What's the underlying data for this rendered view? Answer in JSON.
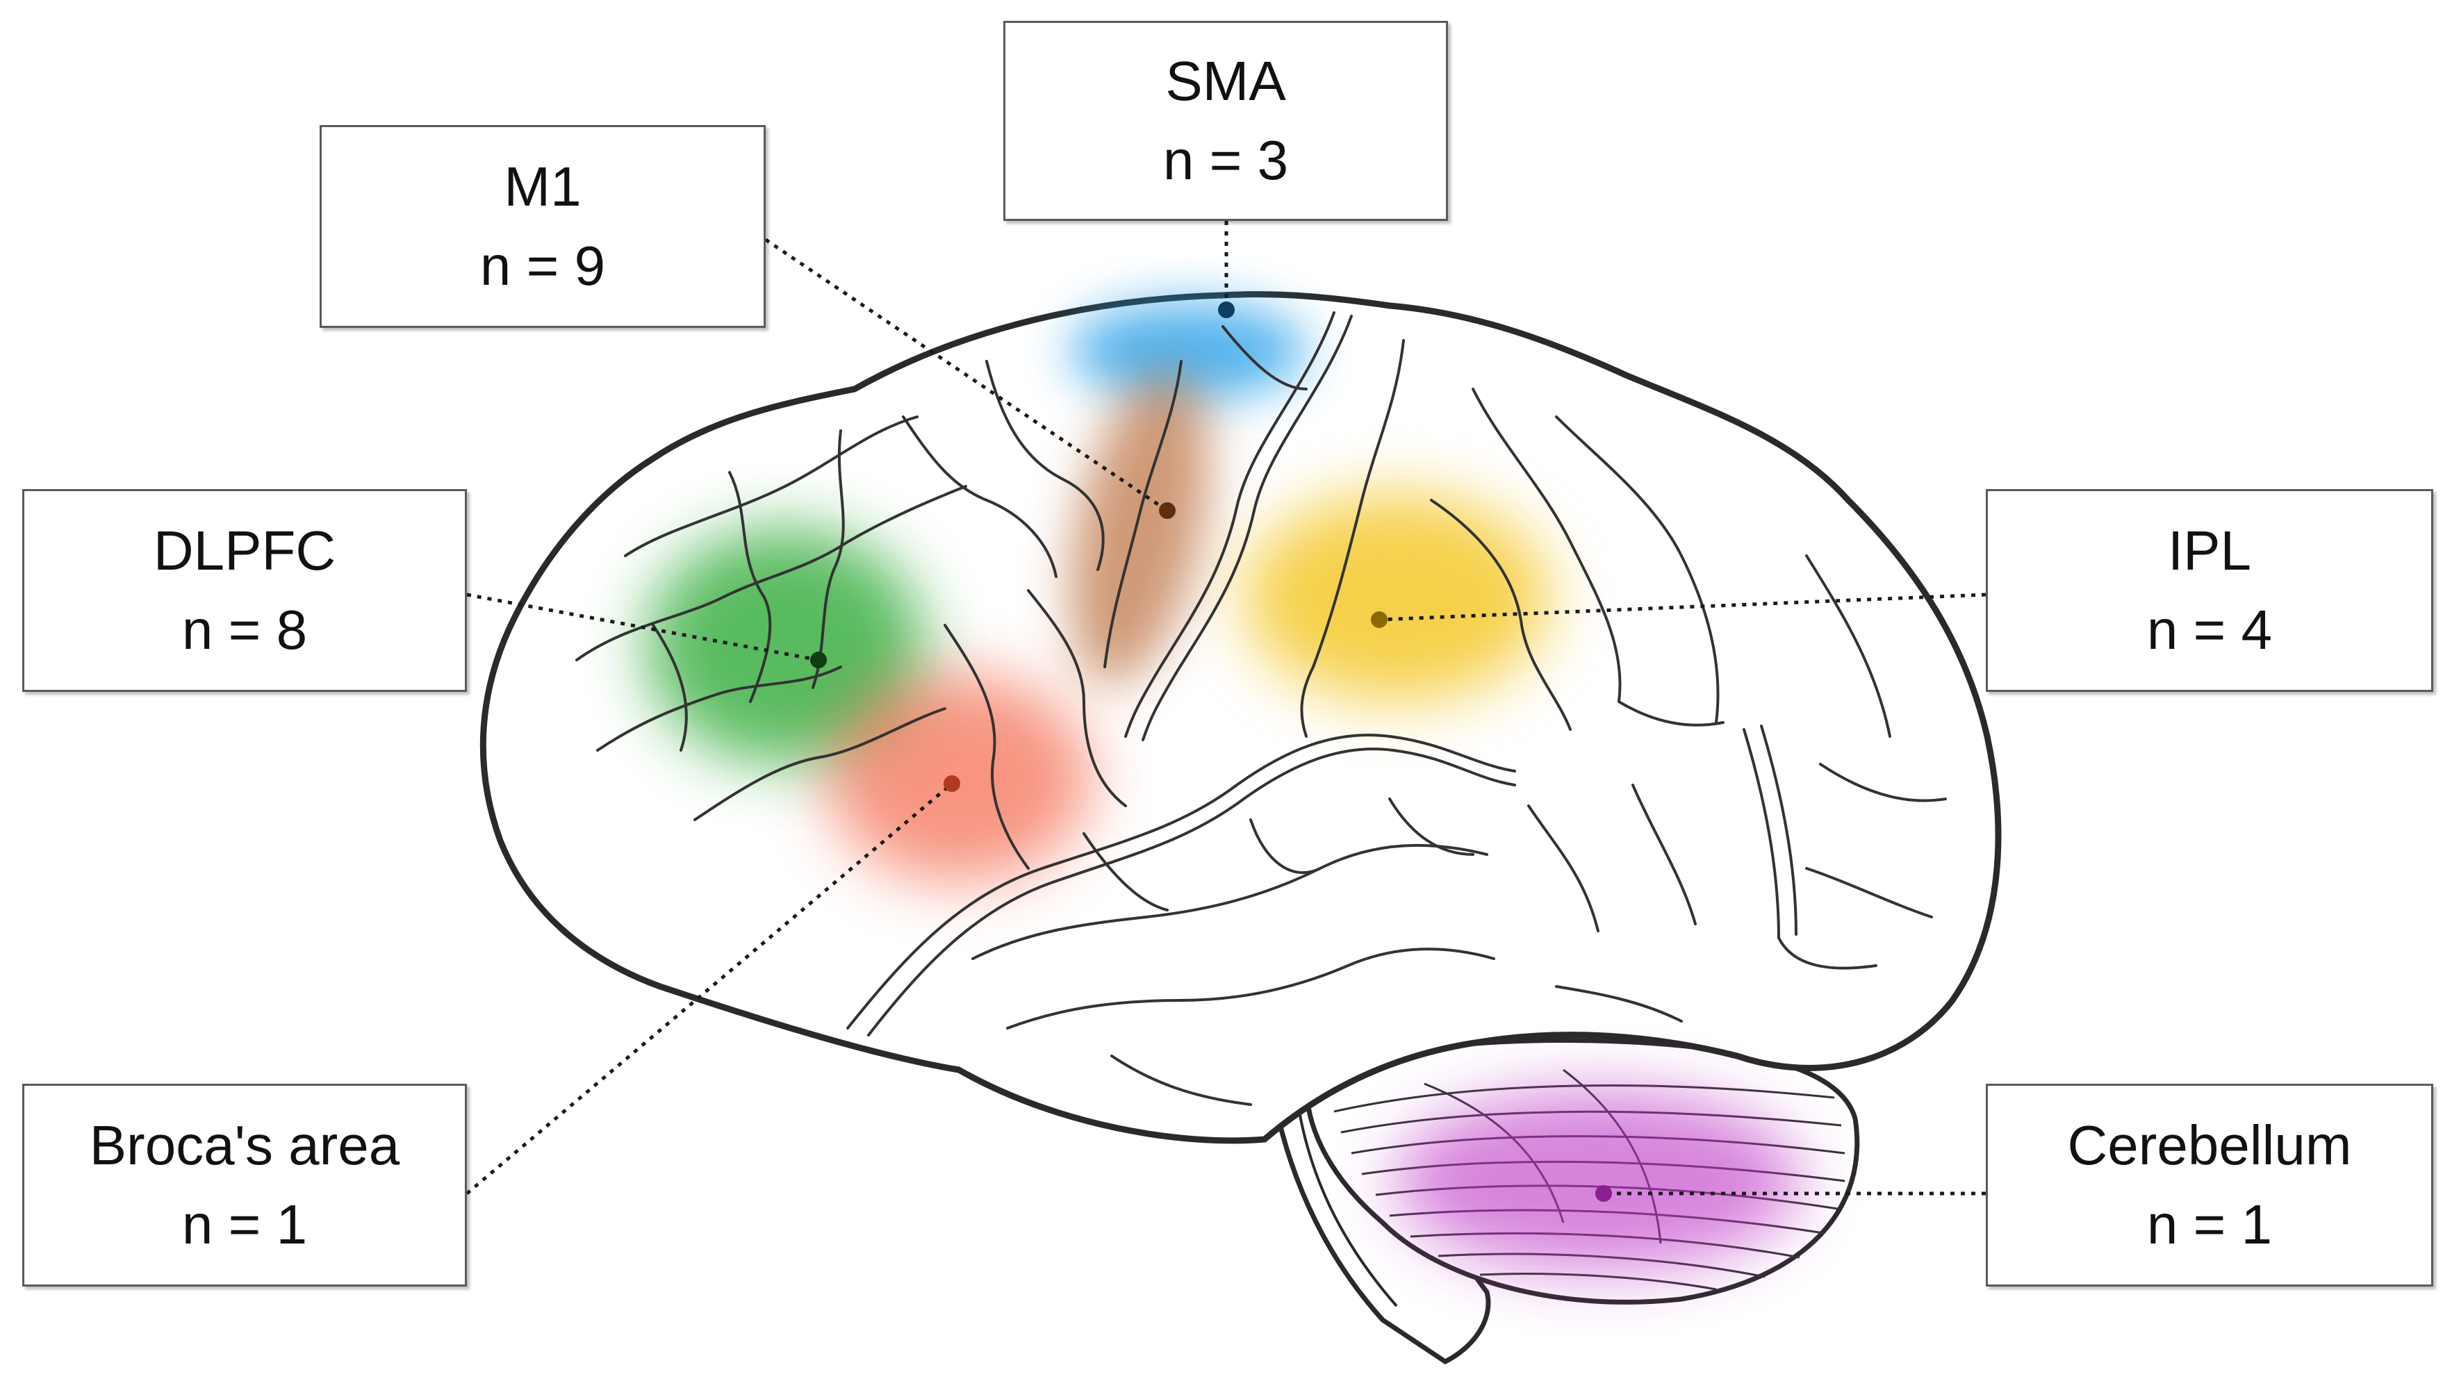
{
  "regions": [
    {
      "id": "sma",
      "name": "SMA",
      "count": "n = 3",
      "color": "#1e9be8"
    },
    {
      "id": "m1",
      "name": "M1",
      "count": "n = 9",
      "color": "#b5642d"
    },
    {
      "id": "dlpfc",
      "name": "DLPFC",
      "count": "n = 8",
      "color": "#22a52a"
    },
    {
      "id": "ipl",
      "name": "IPL",
      "count": "n = 4",
      "color": "#f2bd00"
    },
    {
      "id": "broca",
      "name": "Broca's area",
      "count": "n = 1",
      "color": "#f2502e"
    },
    {
      "id": "cerebellum",
      "name": "Cerebellum",
      "count": "n = 1",
      "color": "#bb33c4"
    }
  ]
}
